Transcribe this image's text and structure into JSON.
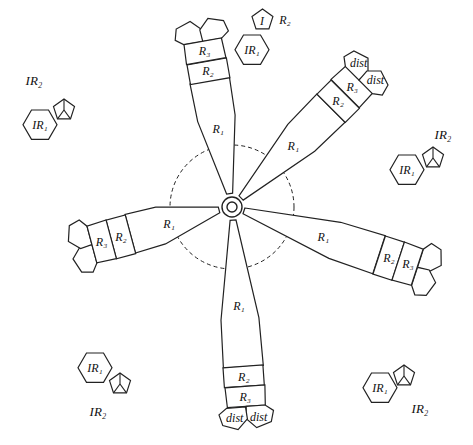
{
  "diagram": {
    "nodes": [
      {
        "text": [
          "IR₁"
        ]
      },
      {
        "text": [
          "I",
          "R₂"
        ]
      },
      {
        "text": [
          "R₁"
        ]
      },
      {
        "text": [
          "R₂"
        ]
      },
      {
        "text": [
          "R₃"
        ]
      },
      {
        "text": [
          "R₁"
        ]
      },
      {
        "text": [
          "R₂"
        ]
      },
      {
        "text": [
          "R₃"
        ]
      },
      {
        "text": [
          "dist"
        ]
      },
      {
        "text": [
          "dist"
        ]
      },
      {
        "text": [
          "IR₁"
        ]
      },
      {
        "text": [
          "IR₁"
        ]
      },
      {
        "text": [
          "R₁"
        ]
      },
      {
        "text": [
          "R₂"
        ]
      },
      {
        "text": [
          "R₃"
        ]
      },
      {
        "text": [
          "R₁"
        ]
      },
      {
        "text": [
          "R₂"
        ]
      },
      {
        "text": [
          "R₃"
        ]
      },
      {
        "text": [
          "IR₁"
        ]
      },
      {
        "text": [
          "IR₁"
        ]
      },
      {
        "text": [
          "R₁"
        ]
      },
      {
        "text": [
          "R₂"
        ]
      },
      {
        "text": [
          "R₃"
        ]
      },
      {
        "text": [
          "dist"
        ]
      },
      {
        "text": [
          "dist"
        ]
      }
    ],
    "labels": [
      "IR₂",
      "IR₂",
      "IR₂",
      "IR₂"
    ]
  }
}
